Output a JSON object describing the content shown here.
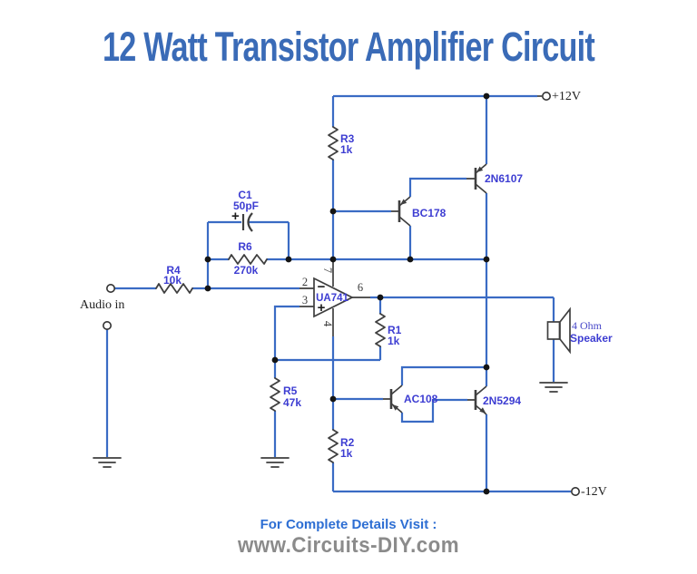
{
  "title": "12 Watt Transistor Amplifier Circuit",
  "power": {
    "positive": "+12V",
    "negative": "-12V"
  },
  "input": {
    "label": "Audio in"
  },
  "opamp": {
    "name": "UA741",
    "minus": "−",
    "plus": "+",
    "pins": {
      "inv": "2",
      "nin": "3",
      "vplus": "7",
      "vminus": "4",
      "out": "6"
    }
  },
  "components": {
    "r1": {
      "ref": "R1",
      "value": "1k"
    },
    "r2": {
      "ref": "R2",
      "value": "1k"
    },
    "r3": {
      "ref": "R3",
      "value": "1k"
    },
    "r4": {
      "ref": "R4",
      "value": "10k"
    },
    "r5": {
      "ref": "R5",
      "value": "47k"
    },
    "r6": {
      "ref": "R6",
      "value": "270k"
    },
    "c1": {
      "ref": "C1",
      "value": "50pF",
      "polarity": "+"
    },
    "q1": {
      "ref": "BC178"
    },
    "q2": {
      "ref": "2N6107"
    },
    "q3": {
      "ref": "AC108"
    },
    "q4": {
      "ref": "2N5294"
    }
  },
  "speaker": {
    "impedance": "4 Ohm",
    "label": "Speaker"
  },
  "footer": {
    "line1": "For Complete Details Visit :",
    "line2": "www.Circuits-DIY.com"
  },
  "colors": {
    "wire": "#3a6bc4",
    "symbol": "#3f3f3f",
    "component_label": "#3d3dd2",
    "title": "#3a6bb7",
    "footer_blue": "#2d6ed3",
    "footer_gray": "#8b8b8b"
  }
}
